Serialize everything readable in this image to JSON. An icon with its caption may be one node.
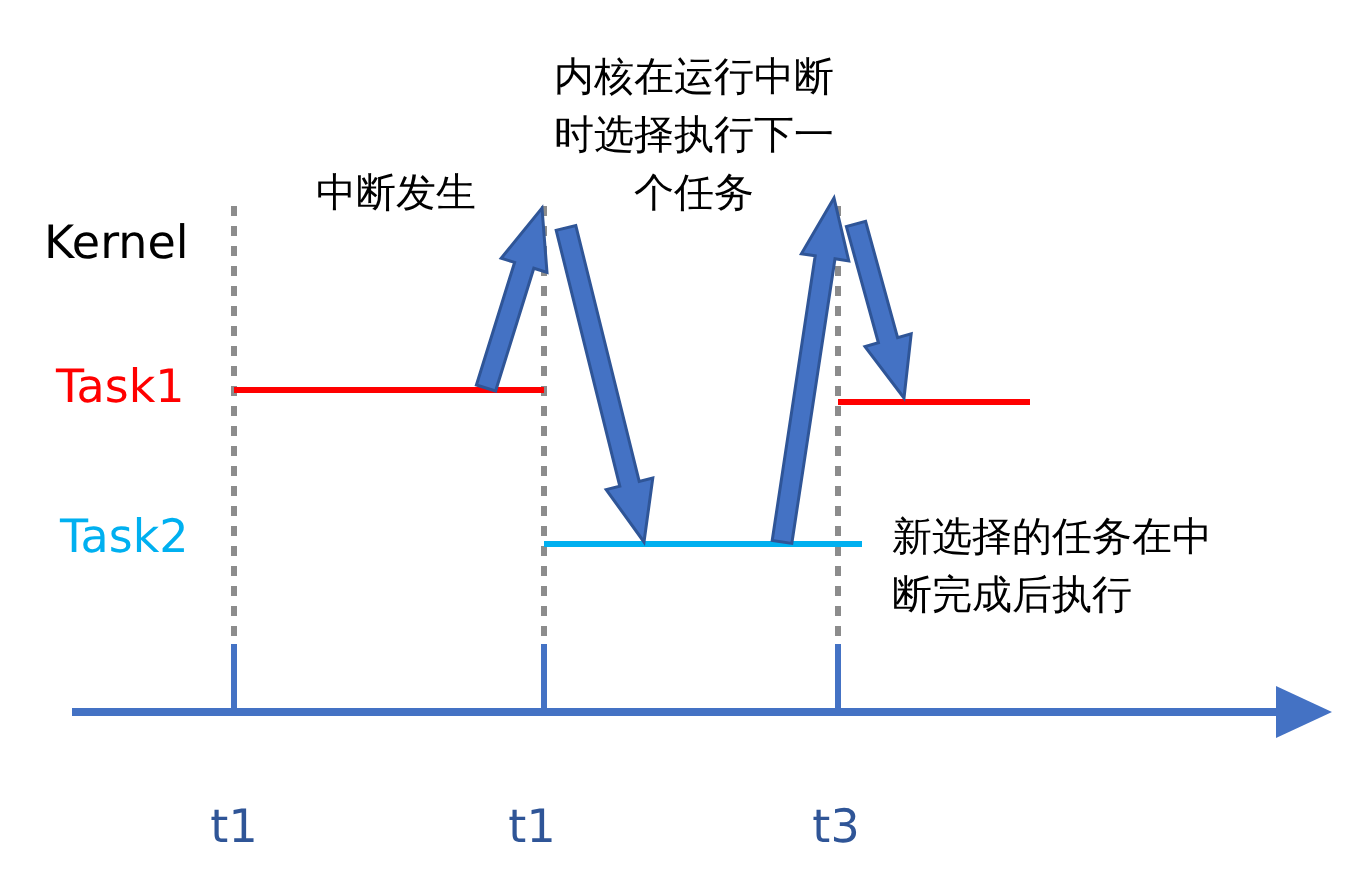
{
  "diagram": {
    "labels": [
      "内核在运行中断时选择执行下一个任务",
      "中断发生",
      "Kernel",
      "Task1",
      "Task2",
      "新选择的任务在中断完成后执行",
      "t1",
      "t1",
      "t3"
    ]
  }
}
